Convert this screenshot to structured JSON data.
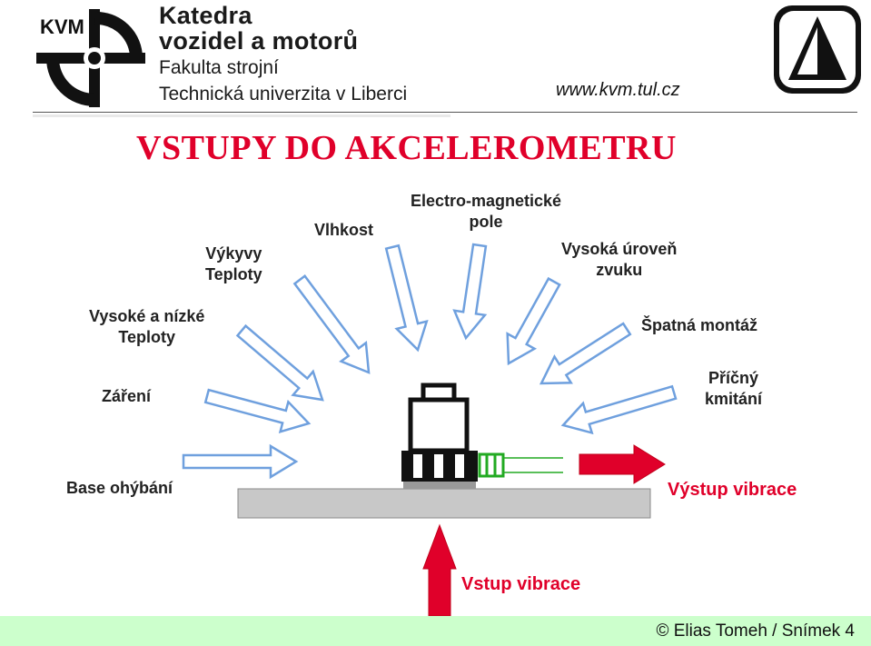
{
  "header": {
    "logo_text": "KVM",
    "institute_line1": "Katedra",
    "institute_line2": "vozidel a motorů",
    "institute_line3": "Fakulta strojní",
    "institute_line4": "Technická univerzita v Liberci",
    "url": "www.kvm.tul.cz"
  },
  "title": "VSTUPY DO AKCELEROMETRU",
  "labels": {
    "electromagnetic_1": "Electro-magnetické",
    "electromagnetic_2": "pole",
    "humidity": "Vlhkost",
    "temp_swings_1": "Výkyvy",
    "temp_swings_2": "Teploty",
    "high_low_temp_1": "Vysoké a nízké",
    "high_low_temp_2": "Teploty",
    "radiation": "Záření",
    "base_bending": "Base ohýbání",
    "sound_1": "Vysoká úroveň",
    "sound_2": "zvuku",
    "bad_mount": "Špatná montáž",
    "cross_vib_1": "Příčný",
    "cross_vib_2": "kmitání",
    "output": "Výstup vibrace",
    "input": "Vstup vibrace"
  },
  "colors": {
    "accent_red": "#e0002a",
    "arrow_outline": "#6fa0de",
    "footer_bg": "#ccffcc",
    "connector_green": "#22aa22"
  },
  "footer": {
    "text": "© Elias Tomeh / Snímek 4"
  }
}
